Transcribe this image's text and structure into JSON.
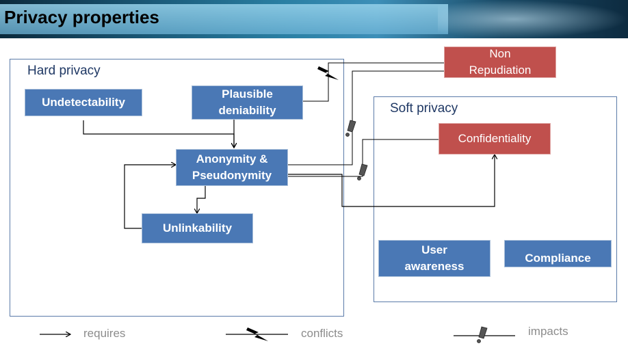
{
  "header": {
    "title": "Privacy properties"
  },
  "groups": {
    "hard": {
      "label": "Hard privacy"
    },
    "soft": {
      "label": "Soft privacy"
    }
  },
  "nodes": {
    "undetectability": {
      "label": "Undetectability",
      "color": "#4a78b5"
    },
    "plausible_deniability": {
      "label": "Plausible\ndeniability",
      "color": "#4a78b5"
    },
    "anonymity": {
      "label": "Anonymity &\nPseudonymity",
      "color": "#4a78b5"
    },
    "unlinkability": {
      "label": "Unlinkability",
      "color": "#4a78b5"
    },
    "non_repudiation": {
      "label": "Non\nRepudiation",
      "color": "#c0504d"
    },
    "confidentiality": {
      "label": "Confidentiality",
      "color": "#c0504d"
    },
    "user_awareness": {
      "label": "User\nawareness",
      "color": "#4a78b5"
    },
    "compliance": {
      "label": "Compliance",
      "color": "#4a78b5"
    }
  },
  "legend": {
    "requires": {
      "label": "requires",
      "icon": "arrow-icon"
    },
    "conflicts": {
      "label": "conflicts",
      "icon": "lightning-icon"
    },
    "impacts": {
      "label": "impacts",
      "icon": "exclamation-icon"
    }
  }
}
